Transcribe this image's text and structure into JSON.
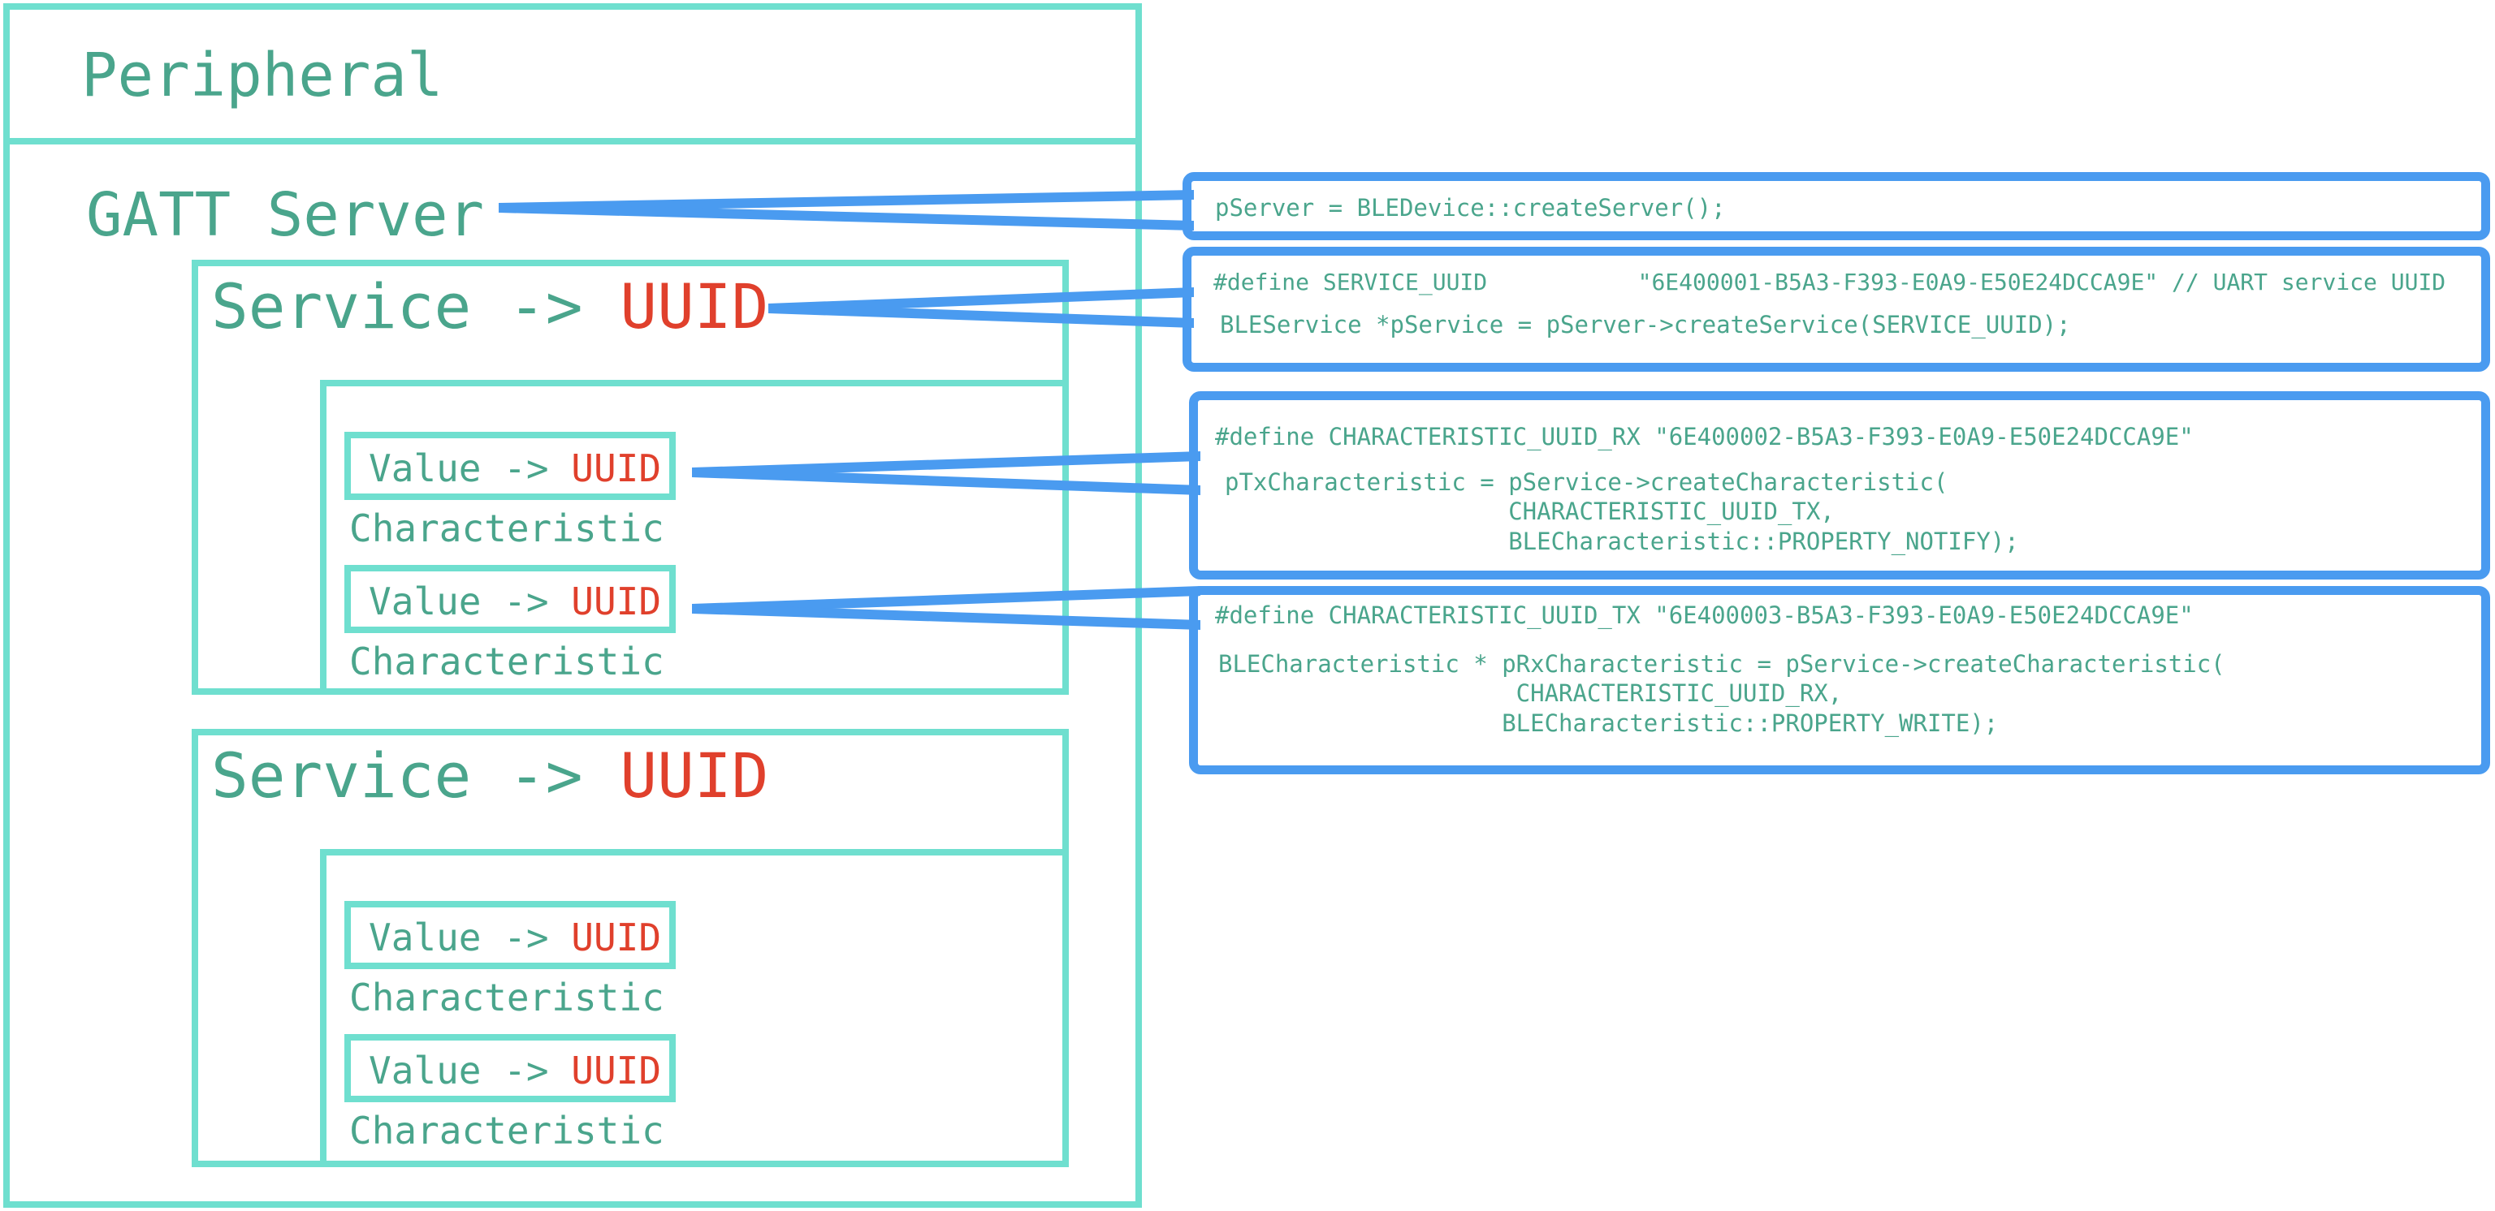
{
  "peripheral": {
    "title": "Peripheral"
  },
  "gatt_server": {
    "title": "GATT Server"
  },
  "services": [
    {
      "label_prefix": "Service -> ",
      "label_uuid": "UUID",
      "characteristics": [
        {
          "value_prefix": "Value -> ",
          "value_uuid": "UUID",
          "caption": "Characteristic"
        },
        {
          "value_prefix": "Value -> ",
          "value_uuid": "UUID",
          "caption": "Characteristic"
        }
      ]
    },
    {
      "label_prefix": "Service -> ",
      "label_uuid": "UUID",
      "characteristics": [
        {
          "value_prefix": "Value -> ",
          "value_uuid": "UUID",
          "caption": "Characteristic"
        },
        {
          "value_prefix": "Value -> ",
          "value_uuid": "UUID",
          "caption": "Characteristic"
        }
      ]
    }
  ],
  "code_snippets": {
    "server": {
      "line1": "pServer = BLEDevice::createServer();"
    },
    "service": {
      "line1": "#define SERVICE_UUID           \"6E400001-B5A3-F393-E0A9-E50E24DCCA9E\" // UART service UUID",
      "line2": "BLEService *pService = pServer->createService(SERVICE_UUID);"
    },
    "char_tx": {
      "line1": "#define CHARACTERISTIC_UUID_RX \"6E400002-B5A3-F393-E0A9-E50E24DCCA9E\"",
      "line2": "pTxCharacteristic = pService->createCharacteristic(\n                    CHARACTERISTIC_UUID_TX,\n                    BLECharacteristic::PROPERTY_NOTIFY);"
    },
    "char_rx": {
      "line1": "#define CHARACTERISTIC_UUID_TX \"6E400003-B5A3-F393-E0A9-E50E24DCCA9E\"",
      "line2": "BLECharacteristic * pRxCharacteristic = pService->createCharacteristic(\n                     CHARACTERISTIC_UUID_RX,\n                    BLECharacteristic::PROPERTY_WRITE);"
    }
  },
  "colors": {
    "frame": "#6fdfcf",
    "text": "#4aa58c",
    "uuid": "#e0402c",
    "code_frame": "#4a9bf0"
  }
}
